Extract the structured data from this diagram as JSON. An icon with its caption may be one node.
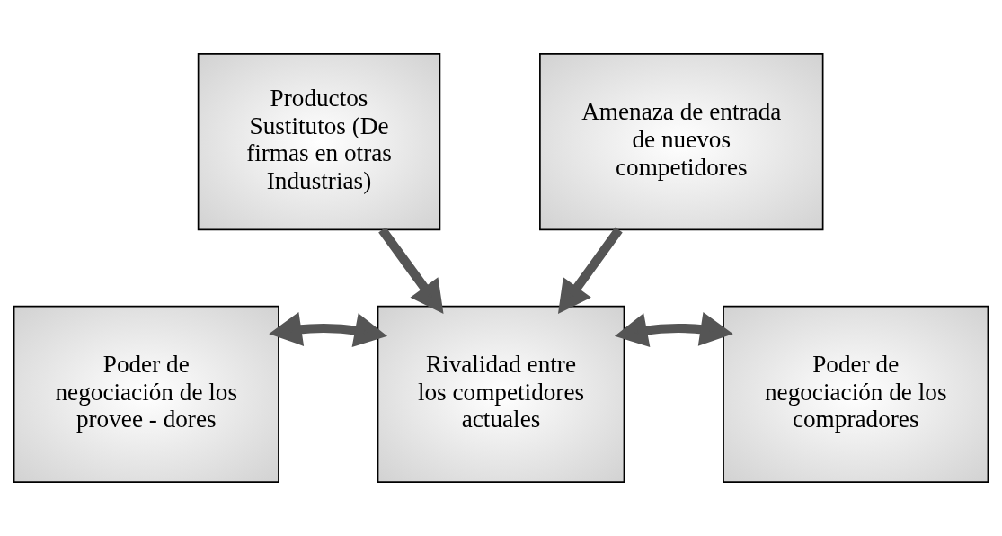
{
  "diagram": {
    "nodes": [
      {
        "text": [
          "Productos Sustitutos (De firmas en otras Industrias)"
        ]
      },
      {
        "text": [
          "Poder de negociación de los provee - dores"
        ]
      },
      {
        "text": [
          "Rivalidad entre los competidores actuales"
        ]
      },
      {
        "text": [
          "Poder de negociación de los compradores"
        ]
      },
      {
        "text": [
          "Amenaza de entrada de nuevos competidores"
        ]
      }
    ],
    "edges": [
      {
        "from": 0,
        "to": 2,
        "arrow": "to"
      },
      {
        "from": 1,
        "to": 2,
        "arrow": "both"
      },
      {
        "from": 2,
        "to": 3,
        "arrow": "both"
      },
      {
        "from": 4,
        "to": 2,
        "arrow": "to"
      }
    ]
  }
}
